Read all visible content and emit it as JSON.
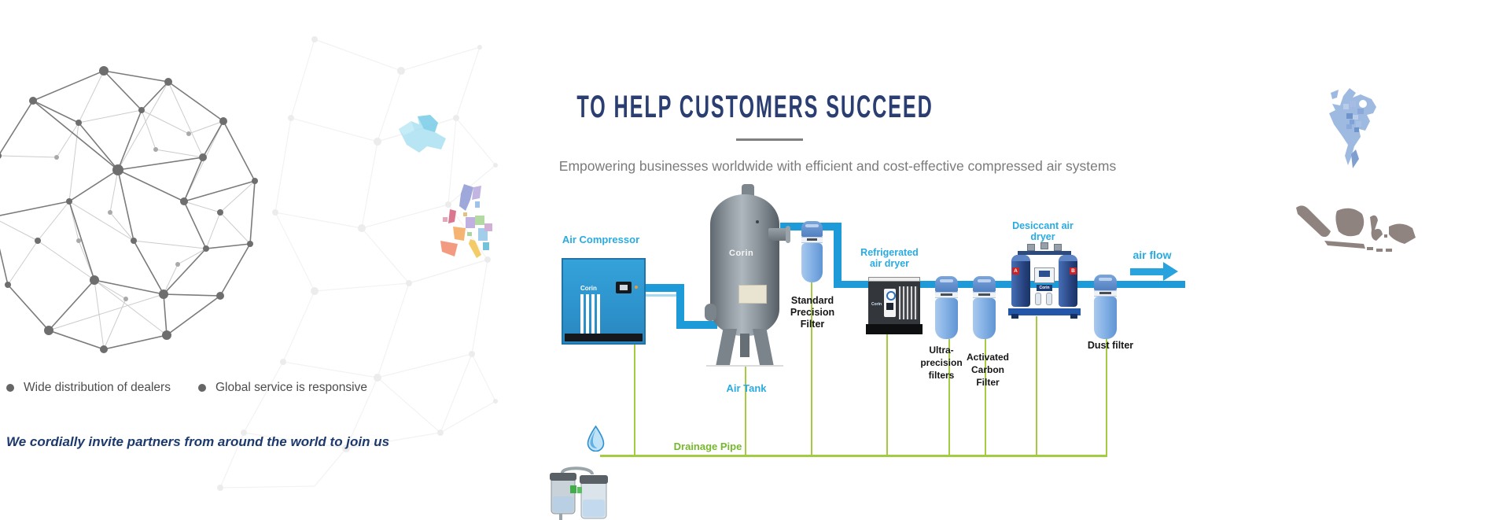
{
  "hero": {
    "title": "TO HELP CUSTOMERS SUCCEED",
    "subtitle": "Empowering businesses worldwide with efficient and cost-effective compressed air systems"
  },
  "left_panel": {
    "bullets": [
      {
        "label": "Wide distribution of dealers"
      },
      {
        "label": "Global service is responsive"
      }
    ],
    "invite": "We cordially invite partners from around the world to join us"
  },
  "diagram": {
    "brand": "Corin",
    "labels": {
      "air_compressor": "Air Compressor",
      "air_tank": "Air Tank",
      "standard_precision_filter": "Standard\nPrecision\nFilter",
      "refrigerated_air_dryer": "Refrigerated\nair dryer",
      "ultra_precision_filters": "Ultra-\nprecision\nfilters",
      "activated_carbon_filter": "Activated\nCarbon\nFilter",
      "desiccant_air_dryer": "Desiccant air\ndryer",
      "dust_filter": "Dust filter",
      "air_flow": "air flow",
      "drainage_pipe": "Drainage Pipe"
    },
    "tower_labels": {
      "a": "A",
      "b": "B"
    }
  },
  "colors": {
    "accent_cyan": "#29abe2",
    "pipe_blue": "#1d9bd8",
    "drain_green_line": "#a5cb42",
    "drain_green_text": "#76b82d",
    "navy": "#2b3e72",
    "subtitle_gray": "#7b7b7b",
    "bullet_text": "#4d4d4d",
    "divider_gray": "#7f7f7f"
  }
}
